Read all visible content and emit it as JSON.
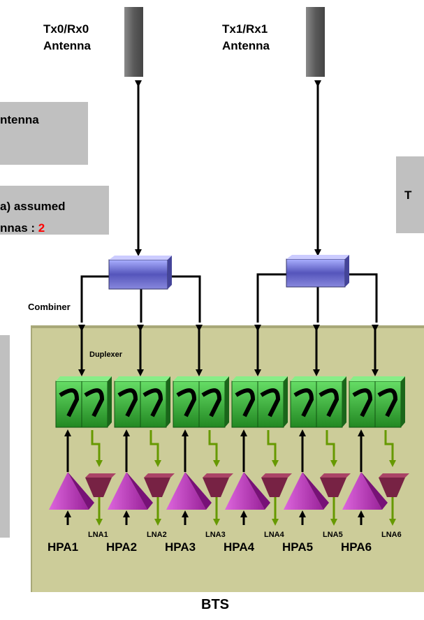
{
  "antennas": [
    {
      "line1": "Tx0/Rx0",
      "line2": "Antenna"
    },
    {
      "line1": "Tx1/Rx1",
      "line2": "Antenna"
    }
  ],
  "info_boxes": {
    "box1_text": "ntenna",
    "box2_line1": "a) assumed",
    "box2_line2_prefix": "nnas : ",
    "box2_line2_value": "2",
    "right_box_text": "T"
  },
  "labels": {
    "combiner": "Combiner",
    "duplexer": "Duplexer",
    "bts": "BTS"
  },
  "hpa_labels": [
    "HPA1",
    "HPA2",
    "HPA3",
    "HPA4",
    "HPA5",
    "HPA6"
  ],
  "lna_labels": [
    "LNA1",
    "LNA2",
    "LNA3",
    "LNA4",
    "LNA5",
    "LNA6"
  ],
  "colors": {
    "bts_fill": "#cccc99",
    "info_box": "#c0c0c0",
    "highlight_value": "#ff0000",
    "duplexer_green": "#33aa33",
    "hpa_purple": "#cc33cc",
    "lna_maroon": "#772244",
    "rx_arrow": "#669900",
    "combiner_blue": "#6666cc",
    "antenna_gray": "#666666"
  }
}
